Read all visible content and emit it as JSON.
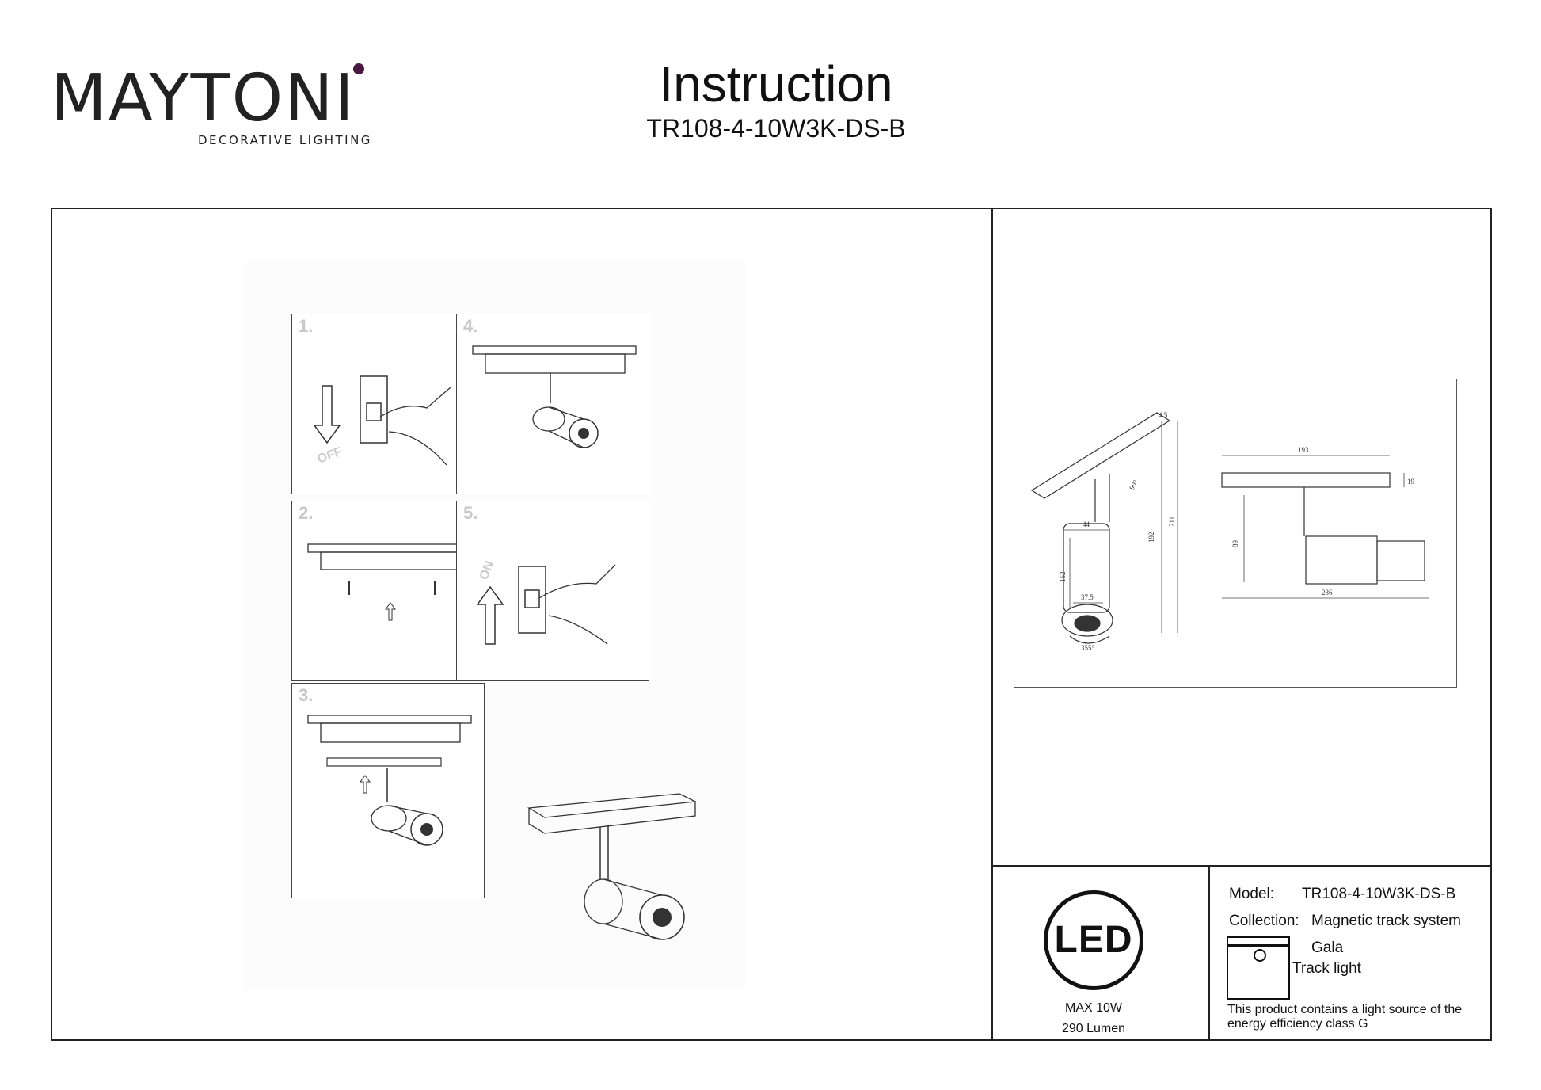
{
  "header": {
    "brand": "MAYTONI",
    "brand_tagline": "DECORATIVE LIGHTING",
    "title": "Instruction",
    "model_code": "TR108-4-10W3K-DS-B"
  },
  "steps": [
    {
      "number": "1.",
      "label": "OFF"
    },
    {
      "number": "2."
    },
    {
      "number": "3."
    },
    {
      "number": "4."
    },
    {
      "number": "5.",
      "label": "ON"
    }
  ],
  "dimensions": {
    "front": [
      "4.5",
      "192",
      "211",
      "44",
      "152",
      "37.5",
      "355°",
      "90°"
    ],
    "side": [
      "193",
      "19",
      "89",
      "236"
    ]
  },
  "led": {
    "logo_text": "LED",
    "power": "MAX 10W",
    "luminous_flux": "290 Lumen"
  },
  "info": {
    "model_label": "Model:",
    "model_value": "TR108-4-10W3K-DS-B",
    "collection_label": "Collection:",
    "collection_value": "Magnetic track system",
    "collection_sub": "Gala",
    "product_type": "Track light",
    "energy_note_line1": "This product contains a light source of the",
    "energy_note_line2": "energy efficiency class G"
  }
}
